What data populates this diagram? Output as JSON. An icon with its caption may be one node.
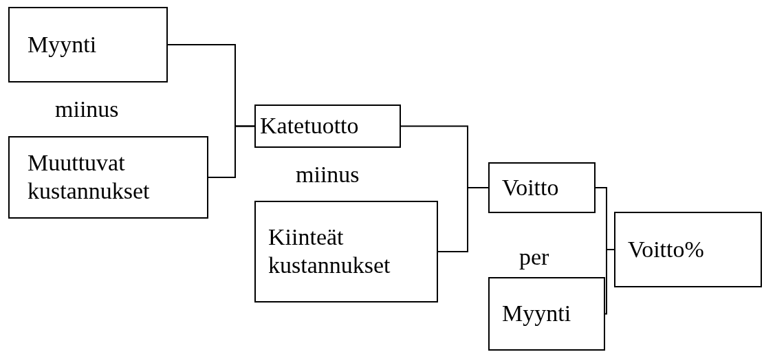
{
  "diagram": {
    "nodes": [
      {
        "text": [
          "Myynti"
        ]
      },
      {
        "text": [
          "Muuttuvat kustannukset"
        ]
      },
      {
        "text": [
          "Katetuotto"
        ]
      },
      {
        "text": [
          "Kiinteät kustannukset"
        ]
      },
      {
        "text": [
          "Voitto"
        ]
      },
      {
        "text": [
          "Myynti"
        ]
      },
      {
        "text": [
          "Voitto%"
        ]
      }
    ],
    "edges": [
      {
        "from": 0,
        "to": 2,
        "arrow": "none"
      },
      {
        "from": 1,
        "to": 2,
        "arrow": "none"
      },
      {
        "from": 2,
        "to": 4,
        "arrow": "none"
      },
      {
        "from": 3,
        "to": 4,
        "arrow": "none"
      },
      {
        "from": 4,
        "to": 6,
        "arrow": "none"
      },
      {
        "from": 5,
        "to": 6,
        "arrow": "none"
      }
    ],
    "labels": [
      "miinus",
      "miinus",
      "per"
    ]
  }
}
